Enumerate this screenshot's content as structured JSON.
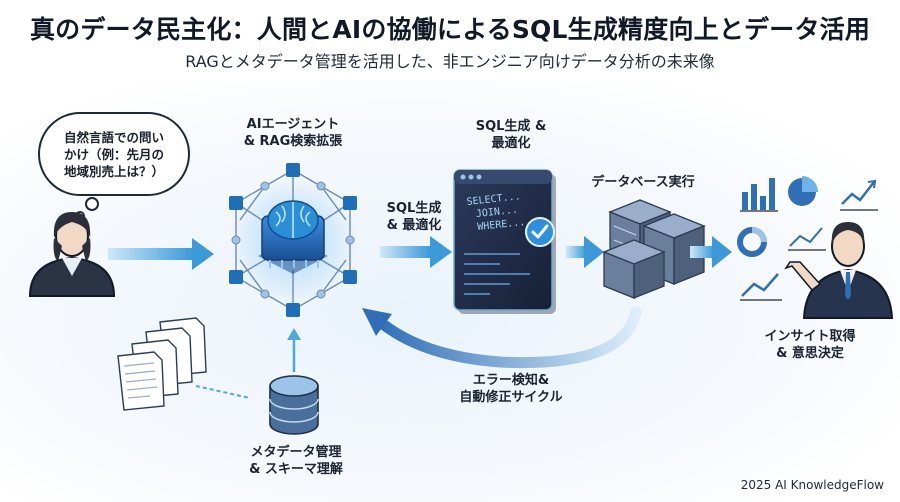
{
  "header": {
    "title": "真のデータ民主化：人間とAIの協働によるSQL生成精度向上とデータ活用",
    "subtitle": "RAGとメタデータ管理を活用した、非エンジニア向けデータ分析の未来像"
  },
  "bubble": {
    "lines": [
      "自然言語での問い",
      "かけ（例：先月の",
      "地域別売上は？）"
    ]
  },
  "nodes": {
    "ai_agent": [
      "AIエージェント",
      "& RAG検索拡張"
    ],
    "sql_gen_arrow": [
      "SQL生成",
      "& 最適化"
    ],
    "sql_gen_top": [
      "SQL生成 &",
      "最適化"
    ],
    "db_exec": "データベース実行",
    "insight": [
      "インサイト取得",
      "& 意思決定"
    ],
    "error_loop": [
      "エラー検知&",
      "自動修正サイクル"
    ],
    "metadata": [
      "メタデータ管理",
      "& スキーマ理解"
    ]
  },
  "screen_code": [
    "SELECT...",
    "JOIN...",
    "WHERE..."
  ],
  "footer": "2025 AI KnowledgeFlow",
  "colors": {
    "arrow": "#4ea8de",
    "arrow_light": "#bfe0f5",
    "chip": "#1e6fb5",
    "brain": "#2a8fd6",
    "screen": "#1e2a44",
    "server": "#5b6f8a",
    "check": "#2e8fe0"
  }
}
